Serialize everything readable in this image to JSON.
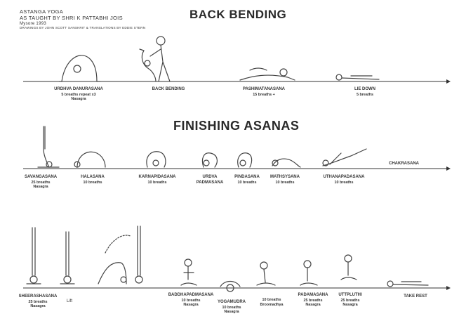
{
  "header": {
    "line1": "ASTANGA YOGA",
    "line2": "AS TAUGHT BY SHRI K PATTABHI JOIS",
    "line3": "Mysore 1993",
    "line4": "DRAWINGS BY JOHN SCOTT  SANSKRIT & TRANSLATIONS BY EDDIE STERN"
  },
  "sections": {
    "back_bending": "BACK BENDING",
    "finishing": "FINISHING ASANAS"
  },
  "row1": [
    {
      "name": "URDHVA DANURASANA",
      "l2": "5 breaths repeat x3",
      "l3": "Nasagra"
    },
    {
      "name": "BACK BENDING",
      "l2": "",
      "l3": ""
    },
    {
      "name": "PASHIMATANASANA",
      "l2": "15 breaths +",
      "l3": ""
    },
    {
      "name": "LIE DOWN",
      "l2": "5 breaths",
      "l3": ""
    }
  ],
  "row2": [
    {
      "name": "SAVANGASANA",
      "l2": "25 breaths",
      "l3": "Nasagra"
    },
    {
      "name": "HALASANA",
      "l2": "10 breaths",
      "l3": ""
    },
    {
      "name": "KARNAPIDASANA",
      "l2": "10 breaths",
      "l3": ""
    },
    {
      "name": "URDVA",
      "l2": "PADMASANA",
      "l3": ""
    },
    {
      "name": "PINDASANA",
      "l2": "10 breaths",
      "l3": ""
    },
    {
      "name": "MATHSYSANA",
      "l2": "10 breaths",
      "l3": ""
    },
    {
      "name": "UTHANAPADASANA",
      "l2": "10 breaths",
      "l3": ""
    }
  ],
  "chakrasana": "CHAKRASANA",
  "row3": [
    {
      "name": "SHEERASHASANA",
      "l2": "25 breaths",
      "l3": "Nasagra"
    },
    {
      "name": "Lift",
      "l2": "",
      "l3": ""
    },
    {
      "name": "BADDHAPADMASANA",
      "l2": "10 breaths",
      "l3": "Nasagra"
    },
    {
      "name": "YOGAMUDRA",
      "l2": "10 breaths",
      "l3": "Nasagra"
    },
    {
      "name": "",
      "l2": "10 breaths",
      "l3": "Broomadhya"
    },
    {
      "name": "PADAMASANA",
      "l2": "25 breaths",
      "l3": "Nasagra"
    },
    {
      "name": "UTTPLUTHI",
      "l2": "25 breaths",
      "l3": "Nasagra"
    },
    {
      "name": "TAKE REST",
      "l2": "",
      "l3": ""
    }
  ]
}
